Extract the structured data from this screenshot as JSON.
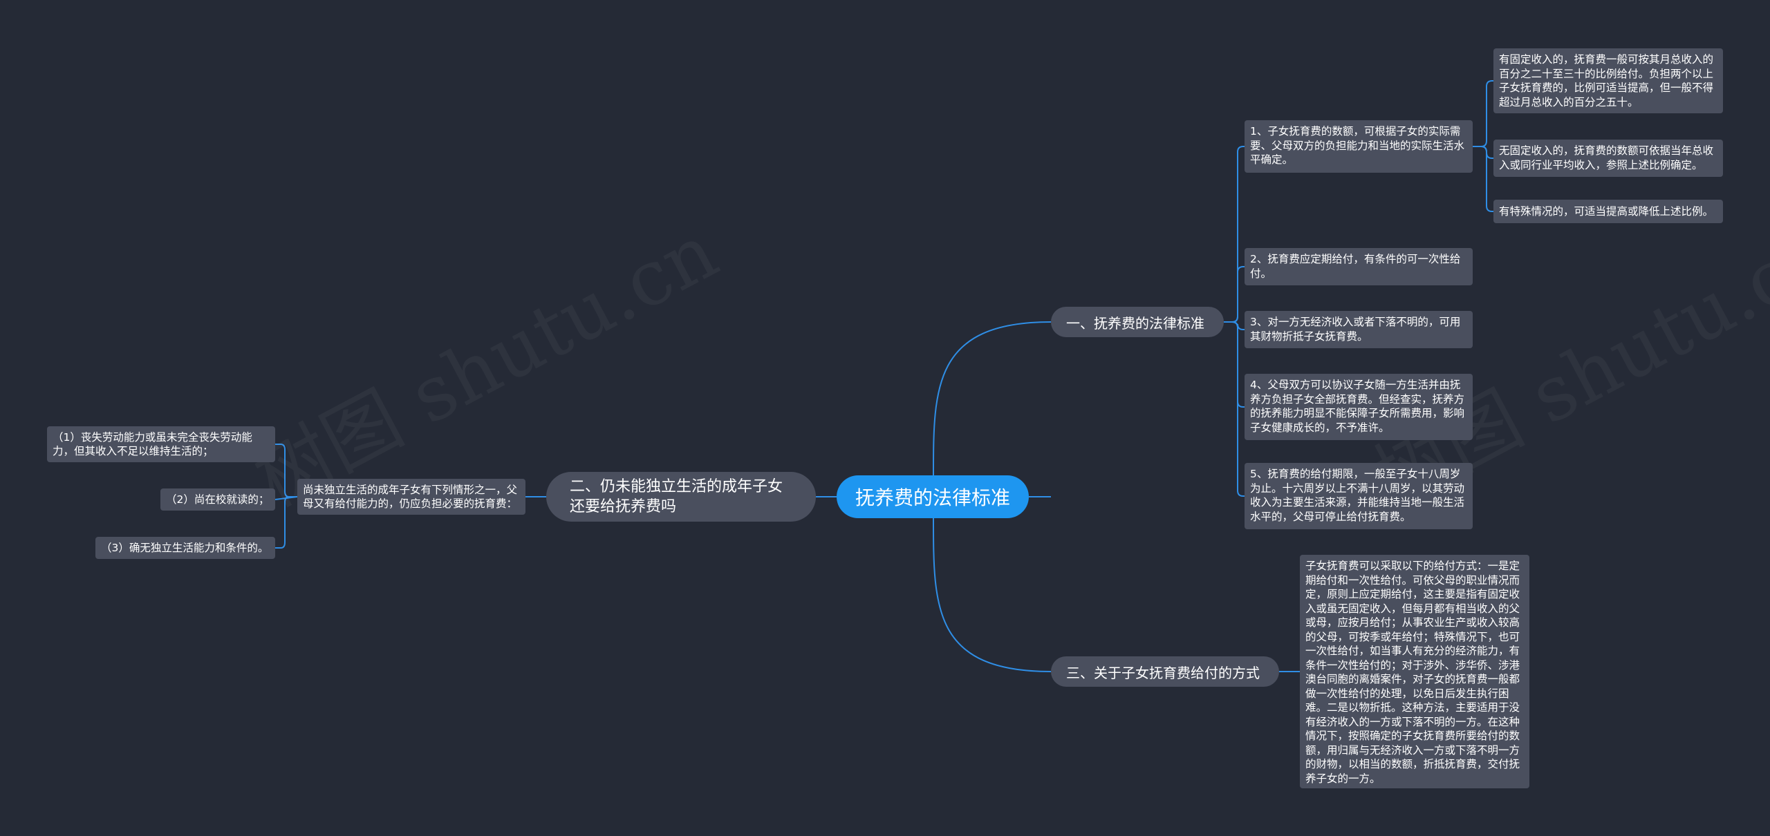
{
  "colors": {
    "background": "#252a36",
    "root": "#1e96f0",
    "node": "#4a4f5e",
    "link": "#2f8ee6",
    "text": "#ffffff"
  },
  "watermark": "树图 shutu.cn",
  "root": {
    "label": "抚养费的法律标准"
  },
  "branch1": {
    "label": "一、抚养费的法律标准",
    "items": [
      {
        "text": "1、子女抚育费的数额，可根据子女的实际需要、父母双方的负担能力和当地的实际生活水平确定。",
        "details": [
          "有固定收入的，抚育费一般可按其月总收入的百分之二十至三十的比例给付。负担两个以上子女抚育费的，比例可适当提高，但一般不得超过月总收入的百分之五十。",
          "无固定收入的，抚育费的数额可依据当年总收入或同行业平均收入，参照上述比例确定。",
          "有特殊情况的，可适当提高或降低上述比例。"
        ]
      },
      {
        "text": "2、抚育费应定期给付，有条件的可一次性给付。"
      },
      {
        "text": "3、对一方无经济收入或者下落不明的，可用其财物折抵子女抚育费。"
      },
      {
        "text": "4、父母双方可以协议子女随一方生活并由抚养方负担子女全部抚育费。但经查实，抚养方的抚养能力明显不能保障子女所需费用，影响子女健康成长的，不予准许。"
      },
      {
        "text": "5、抚育费的给付期限，一般至子女十八周岁为止。十六周岁以上不满十八周岁，以其劳动收入为主要生活来源，并能维持当地一般生活水平的，父母可停止给付抚育费。"
      }
    ]
  },
  "branch2": {
    "label": "二、仍未能独立生活的成年子女还要给抚养费吗",
    "summary": "尚未独立生活的成年子女有下列情形之一，父母又有给付能力的，仍应负担必要的抚育费：",
    "items": [
      "（1）丧失劳动能力或虽未完全丧失劳动能力，但其收入不足以维持生活的；",
      "（2）尚在校就读的；",
      "（3）确无独立生活能力和条件的。"
    ]
  },
  "branch3": {
    "label": "三、关于子女抚育费给付的方式",
    "detail": "子女抚育费可以采取以下的给付方式：一是定期给付和一次性给付。可依父母的职业情况而定，原则上应定期给付，这主要是指有固定收入或虽无固定收入，但每月都有相当收入的父或母，应按月给付；从事农业生产或收入较高的父母，可按季或年给付；特殊情况下，也可一次性给付，如当事人有充分的经济能力，有条件一次性给付的；对于涉外、涉华侨、涉港澳台同胞的离婚案件，对子女的抚育费一般都做一次性给付的处理，以免日后发生执行困难。二是以物折抵。这种方法，主要适用于没有经济收入的一方或下落不明的一方。在这种情况下，按照确定的子女抚育费所要给付的数额，用归属与无经济收入一方或下落不明一方的财物，以相当的数额，折抵抚育费，交付抚养子女的一方。"
  }
}
